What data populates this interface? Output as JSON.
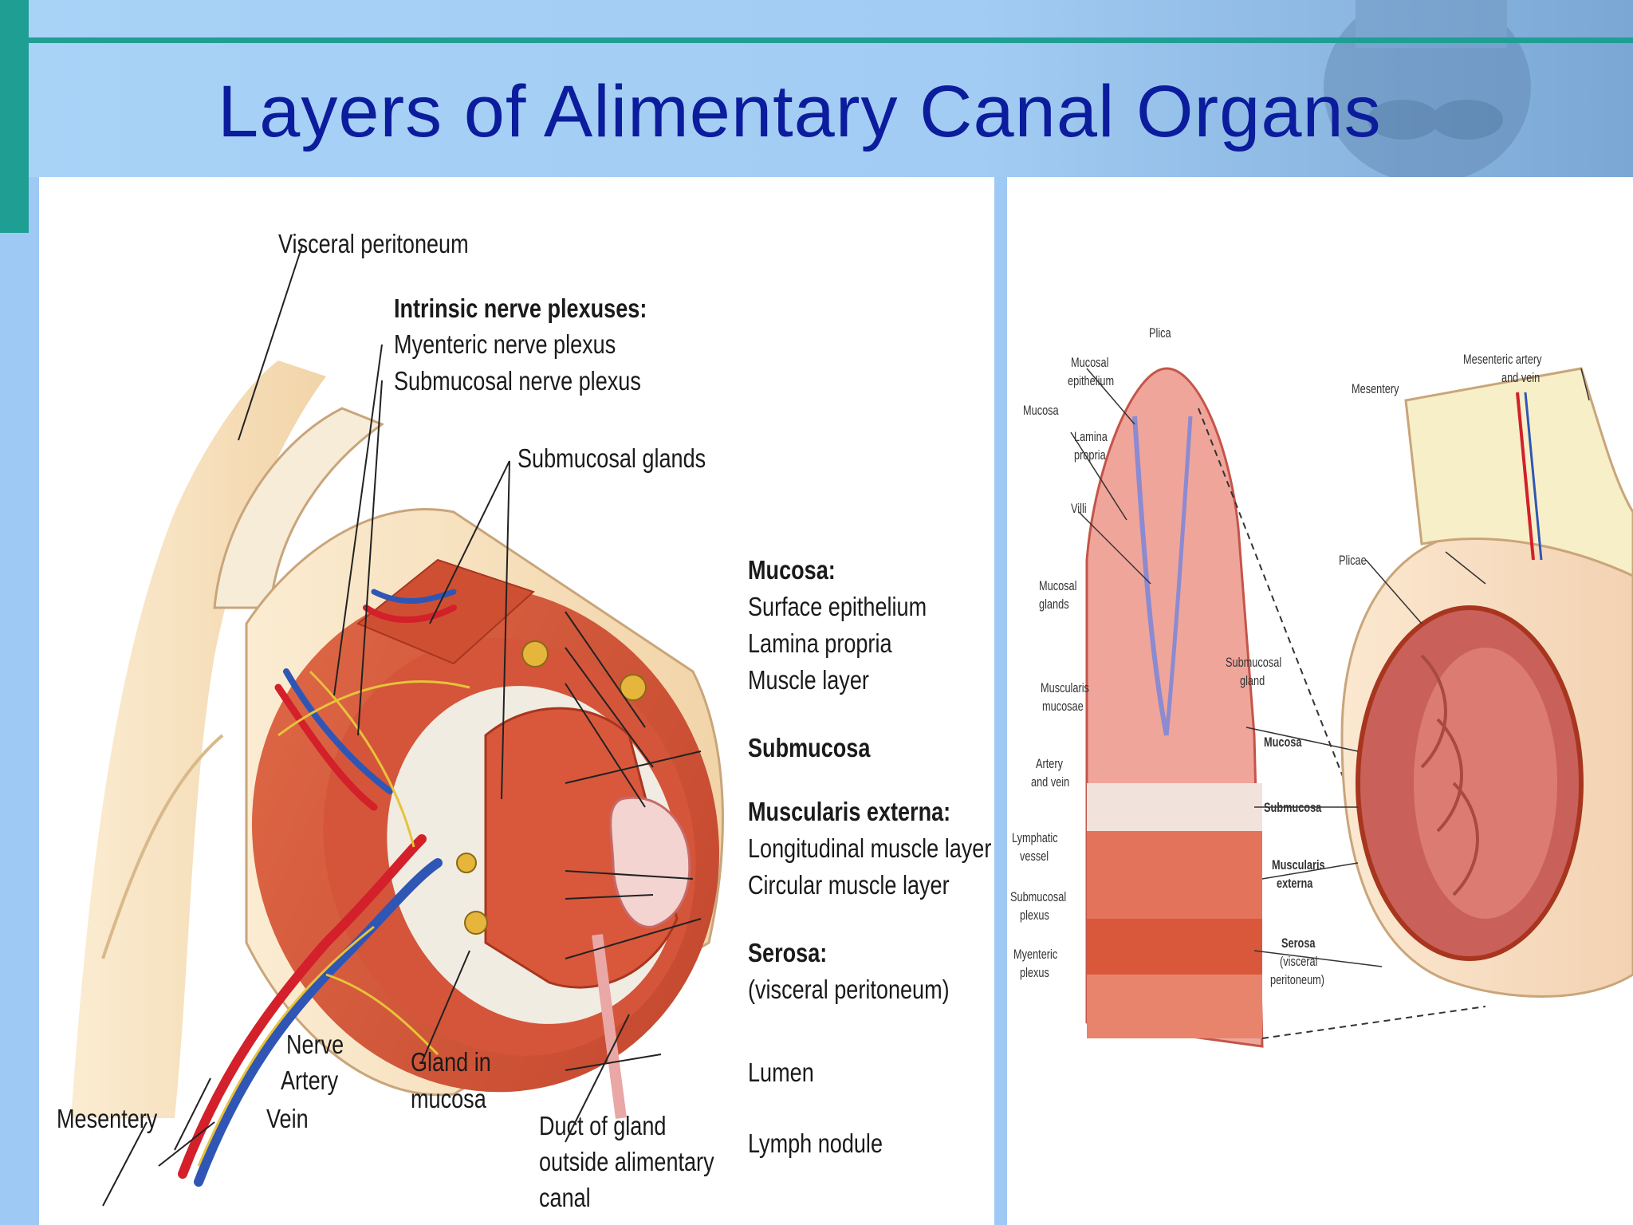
{
  "slide": {
    "title": "Layers of Alimentary Canal Organs"
  },
  "left_figure": {
    "labels": {
      "visceral_peritoneum": "Visceral peritoneum",
      "intrinsic_heading": "Intrinsic nerve plexuses:",
      "myenteric": "Myenteric nerve plexus",
      "submucosal_plexus": "Submucosal nerve plexus",
      "submucosal_glands": "Submucosal glands",
      "mucosa_heading": "Mucosa:",
      "surface_epithelium": "Surface epithelium",
      "lamina_propria": "Lamina propria",
      "muscle_layer": "Muscle layer",
      "submucosa": "Submucosa",
      "muscularis_heading": "Muscularis externa:",
      "longitudinal": "Longitudinal muscle layer",
      "circular": "Circular muscle layer",
      "serosa_heading": "Serosa:",
      "serosa_sub": "(visceral peritoneum)",
      "lumen": "Lumen",
      "lymph_nodule": "Lymph nodule",
      "duct_1": "Duct of gland",
      "duct_2": "outside alimentary",
      "duct_3": "canal",
      "gland_1": "Gland in",
      "gland_2": "mucosa",
      "nerve": "Nerve",
      "artery": "Artery",
      "vein": "Vein",
      "mesentery": "Mesentery"
    }
  },
  "right_figure": {
    "labels": {
      "plica": "Plica",
      "mucosal_epithelium_1": "Mucosal",
      "mucosal_epithelium_2": "epithelium",
      "mucosa": "Mucosa",
      "lamina_1": "Lamina",
      "lamina_2": "propria",
      "villi": "Villi",
      "mucosal_glands_1": "Mucosal",
      "mucosal_glands_2": "glands",
      "muscularis_mucosae_1": "Muscularis",
      "muscularis_mucosae_2": "mucosae",
      "artery_vein_1": "Artery",
      "artery_vein_2": "and vein",
      "lymphatic_1": "Lymphatic",
      "lymphatic_2": "vessel",
      "submucosal_plexus_1": "Submucosal",
      "submucosal_plexus_2": "plexus",
      "myenteric_1": "Myenteric",
      "myenteric_2": "plexus",
      "submucosal_gland_1": "Submucosal",
      "submucosal_gland_2": "gland",
      "mucosa_bold": "Mucosa",
      "submucosa_bold": "Submucosa",
      "muscularis_1": "Muscularis",
      "muscularis_2": "externa",
      "serosa_1": "Serosa",
      "serosa_2": "(visceral",
      "serosa_3": "peritoneum)",
      "mesentery": "Mesentery",
      "mesenteric_1": "Mesenteric artery",
      "mesenteric_2": "and vein",
      "plicae": "Plicae"
    }
  },
  "colors": {
    "slide_background": "#9ec9f5",
    "title": "#0b1c9c",
    "teal_accent": "#1f9e94",
    "muscle": "#d9583c",
    "submucosa": "#f1ece2",
    "artery": "#d3202a",
    "vein": "#2f56b5",
    "nerve": "#e8c23a"
  }
}
